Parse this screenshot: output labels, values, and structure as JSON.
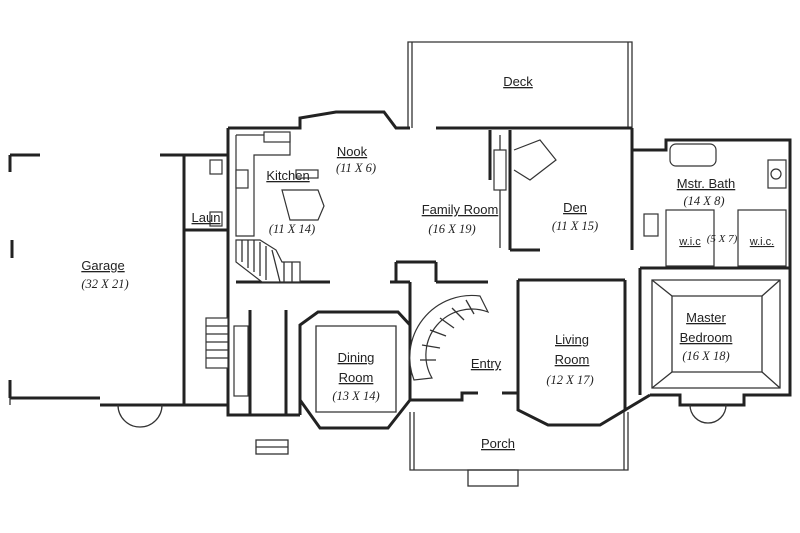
{
  "rooms": {
    "deck": {
      "name": "Deck"
    },
    "nook": {
      "name": "Nook",
      "size": "(11 X 6)"
    },
    "kitchen": {
      "name": "Kitchen",
      "size": "(11 X 14)"
    },
    "laun": {
      "name": "Laun"
    },
    "garage": {
      "name": "Garage",
      "size": "(32 X 21)"
    },
    "family": {
      "name": "Family Room",
      "size": "(16 X 19)"
    },
    "den": {
      "name": "Den",
      "size": "(11 X 15)"
    },
    "mbath": {
      "name": "Mstr. Bath",
      "size": "(14 X 8)"
    },
    "wic1": {
      "name": "w.i.c"
    },
    "wicdim": {
      "size": "(5 X 7)"
    },
    "wic2": {
      "name": "w.i.c."
    },
    "master": {
      "name1": "Master",
      "name2": "Bedroom",
      "size": "(16 X 18)"
    },
    "dining": {
      "name1": "Dining",
      "name2": "Room",
      "size": "(13 X 14)"
    },
    "entry": {
      "name": "Entry"
    },
    "living": {
      "name1": "Living",
      "name2": "Room",
      "size": "(12 X 17)"
    },
    "porch": {
      "name": "Porch"
    }
  }
}
